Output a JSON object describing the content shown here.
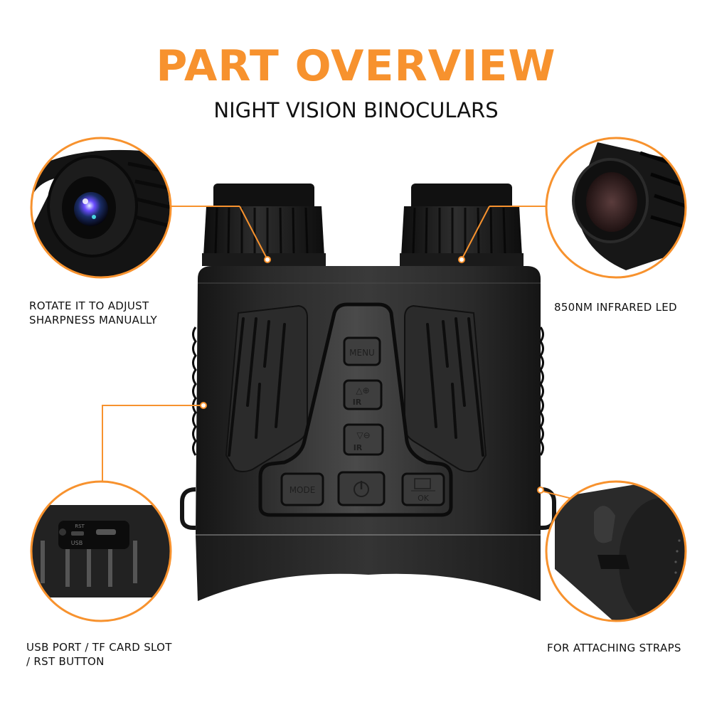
{
  "header": {
    "title": "PART OVERVIEW",
    "subtitle": "NIGHT VISION BINOCULARS"
  },
  "theme": {
    "accent": "#F7922E",
    "text": "#111111",
    "body": "#1e1e1e"
  },
  "callouts": [
    {
      "id": "focus-ring",
      "lines": [
        "ROTATE IT TO ADJUST",
        "SHARPNESS MANUALLY"
      ]
    },
    {
      "id": "infrared-led",
      "lines": [
        "850NM INFRARED LED"
      ]
    },
    {
      "id": "ports",
      "lines": [
        "USB PORT / TF CARD SLOT",
        "/ RST BUTTON"
      ]
    },
    {
      "id": "strap-loop",
      "lines": [
        "FOR ATTACHING STRAPS"
      ]
    }
  ],
  "device": {
    "buttons": [
      {
        "id": "menu",
        "label": "MENU"
      },
      {
        "id": "up-ir-zoom-in",
        "label": "▵⊕",
        "sub": "IR"
      },
      {
        "id": "down-ir-zoom-out",
        "label": "▿⊖",
        "sub": "IR"
      },
      {
        "id": "mode",
        "label": "MODE"
      },
      {
        "id": "power",
        "label": "⏻"
      },
      {
        "id": "capture-ok",
        "label": "◘",
        "sub": "OK"
      }
    ],
    "port_labels": {
      "usb": "USB",
      "reset": "RST"
    }
  }
}
